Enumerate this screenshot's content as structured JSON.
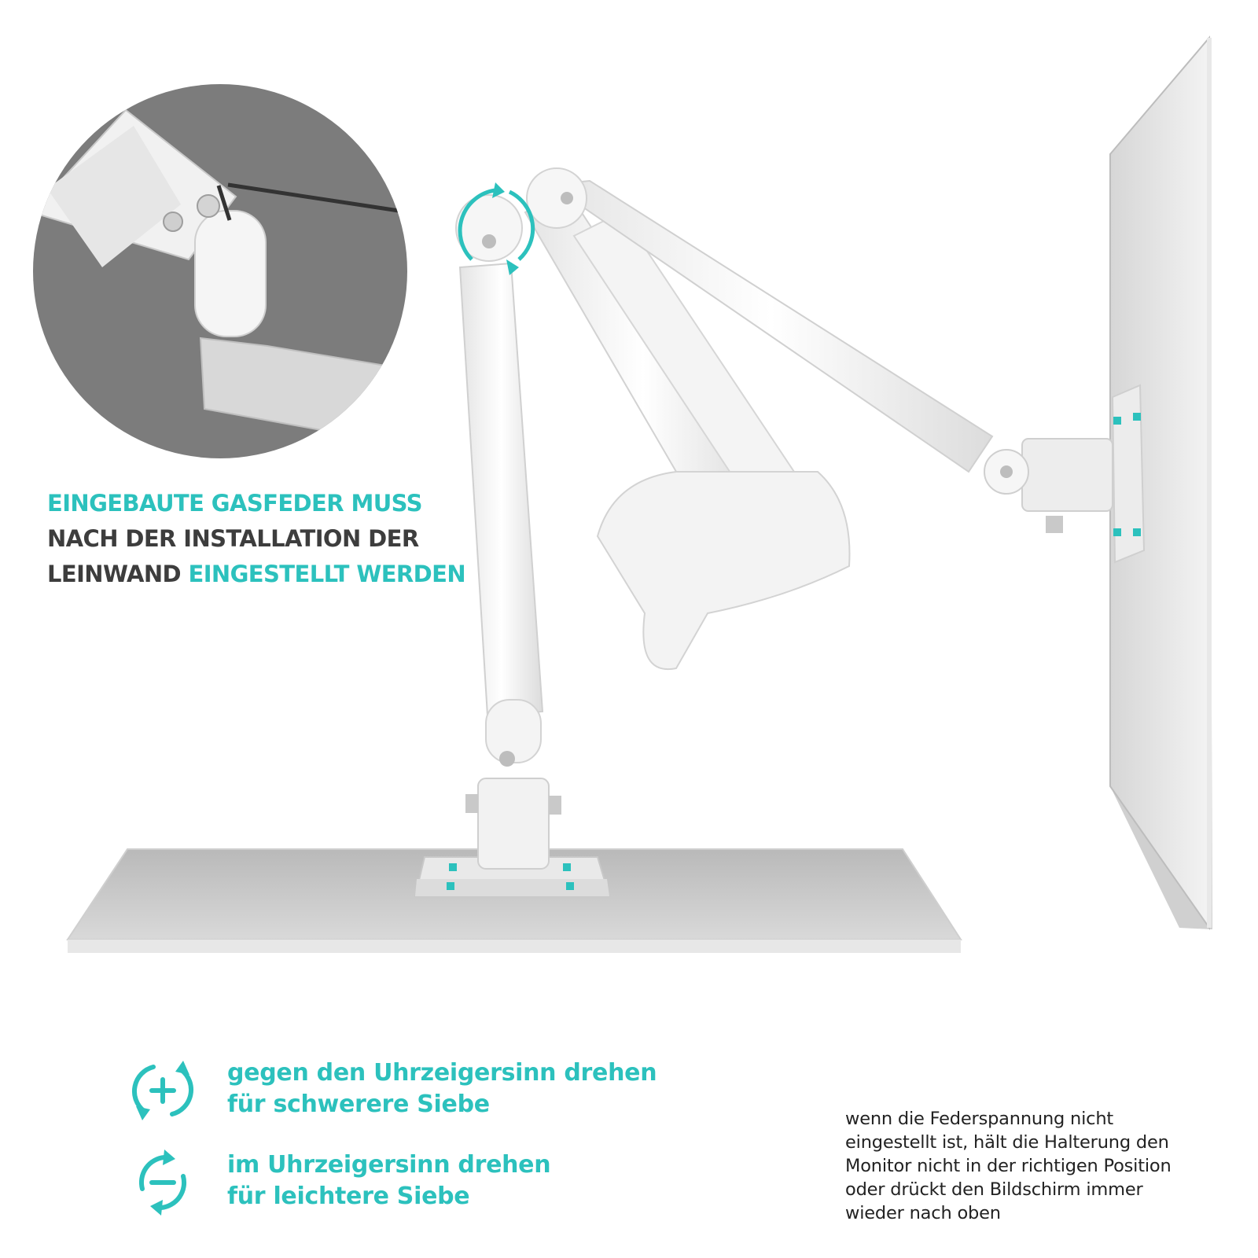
{
  "headline": {
    "part1": "EINGEBAUTE GASFEDER MUSS",
    "part2": "NACH DER INSTALLATION DER",
    "part3": "LEINWAND ",
    "part4": "EINGESTELLT WERDEN"
  },
  "legend": [
    {
      "icon": "rotate-counterclockwise-plus-icon",
      "line1": "gegen den Uhrzeigersinn drehen",
      "line2": "für schwerere Siebe"
    },
    {
      "icon": "rotate-clockwise-minus-icon",
      "line1": "im Uhrzeigersinn drehen",
      "line2": "für leichtere Siebe"
    }
  ],
  "note": "wenn die Federspannung nicht eingestellt ist, hält die Halterung den Monitor nicht in der richtigen Position oder drückt den Bildschirm immer wieder nach oben",
  "colors": {
    "accent": "#2cc1bd",
    "text": "#3d3d3d",
    "zoom_bg": "#7c7c7c"
  }
}
